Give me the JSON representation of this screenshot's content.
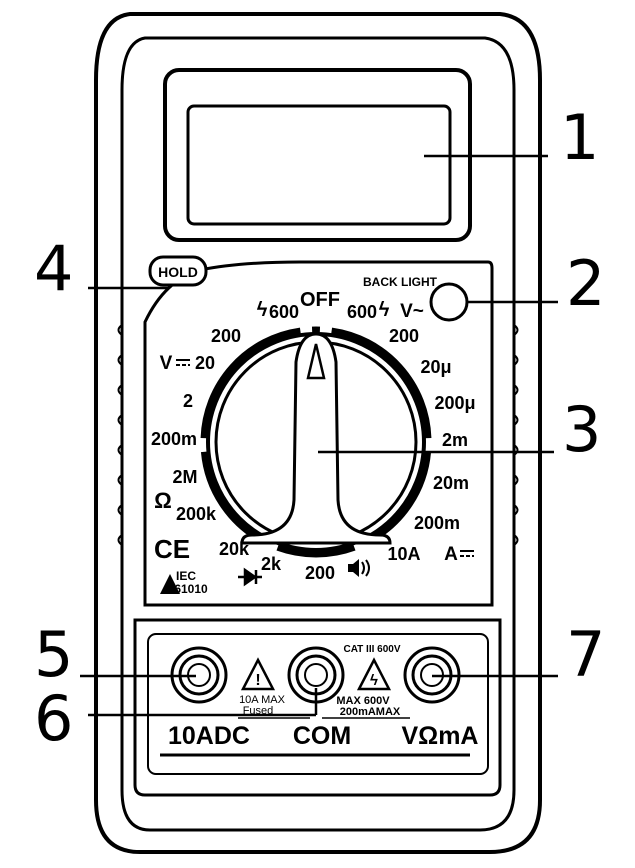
{
  "callouts": [
    "1",
    "2",
    "3",
    "4",
    "5",
    "6",
    "7"
  ],
  "buttons": {
    "hold": "HOLD",
    "backlight": "BACK LIGHT"
  },
  "dial": {
    "off": "OFF",
    "hv_left": "600",
    "hv_right": "600",
    "vac_symbol": "V~",
    "vac_200": "200",
    "vdc_symbol": "V",
    "left_scale": [
      "200",
      "20",
      "2",
      "200m",
      "2M",
      "200k",
      "20k",
      "2k",
      "200"
    ],
    "right_scale": [
      "20μ",
      "200μ",
      "2m",
      "20m",
      "200m",
      "10A"
    ],
    "adc_symbol": "A",
    "ohm_symbol": "Ω"
  },
  "marks": {
    "ce": "CE",
    "iec_line1": "IEC",
    "iec_line2": "61010"
  },
  "terminals": {
    "cat": "CAT III 600V",
    "warn_left_1": "10A MAX",
    "warn_left_2": "Fused",
    "warn_right_1": "MAX 600V",
    "warn_right_2": "200mAMAX",
    "label_10adc": "10ADC",
    "label_com": "COM",
    "label_vma": "VΩmA"
  }
}
